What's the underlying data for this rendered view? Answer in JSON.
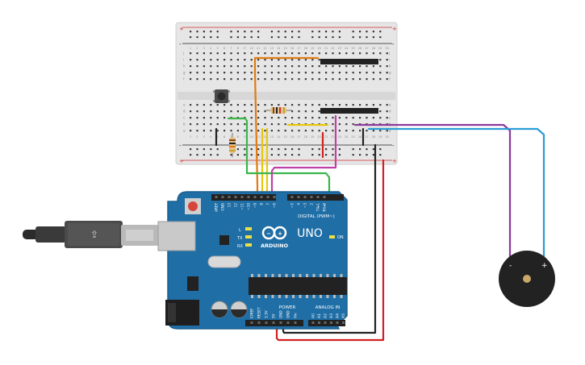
{
  "colors": {
    "board": "#1f6ea6",
    "board_edge": "#1a5f90",
    "breadboard": "#e6e6e6",
    "rail_red": "#d22d2d",
    "rail_black": "#222222",
    "wire_orange": "#e07a10",
    "wire_yellow": "#e8c60a",
    "wire_green": "#3ab54a",
    "wire_magenta": "#c040a8",
    "wire_purple": "#8b3a9c",
    "wire_blue": "#2a9dd6",
    "wire_red": "#d22020",
    "wire_black": "#222222"
  },
  "arduino": {
    "brand": "ARDUINO",
    "model": "UNO",
    "digital_label": "DIGITAL (PWM~)",
    "analog_label": "ANALOG IN",
    "power_label": "POWER",
    "on_label": "ON",
    "led_l": "L",
    "led_tx": "TX",
    "led_rx": "RX",
    "top_pins": [
      "AREF",
      "GND",
      "13",
      "12",
      "~11",
      "~10",
      "~9",
      "8",
      "7",
      "~6",
      "~5",
      "4",
      "~3",
      "2",
      "TX▸1",
      "RX◂0"
    ],
    "power_pins": [
      "IOREF",
      "RESET",
      "3.3V",
      "5V",
      "GND",
      "GND",
      "Vin"
    ],
    "analog_pins": [
      "A0",
      "A1",
      "A2",
      "A3",
      "A4",
      "A5"
    ]
  },
  "breadboard": {
    "col_numbers": [
      "1",
      "2",
      "3",
      "4",
      "5",
      "6",
      "7",
      "8",
      "9",
      "10",
      "11",
      "12",
      "13",
      "14",
      "15",
      "16",
      "17",
      "18",
      "19",
      "20",
      "21",
      "22",
      "23",
      "24",
      "25",
      "26",
      "27",
      "28",
      "29",
      "30"
    ],
    "row_letters_top": [
      "j",
      "i",
      "h",
      "g",
      "f"
    ],
    "row_letters_bottom": [
      "e",
      "d",
      "c",
      "b",
      "a"
    ],
    "rail_plus": "+",
    "rail_minus": "-"
  },
  "buzzer": {
    "minus": "-",
    "plus": "+"
  }
}
